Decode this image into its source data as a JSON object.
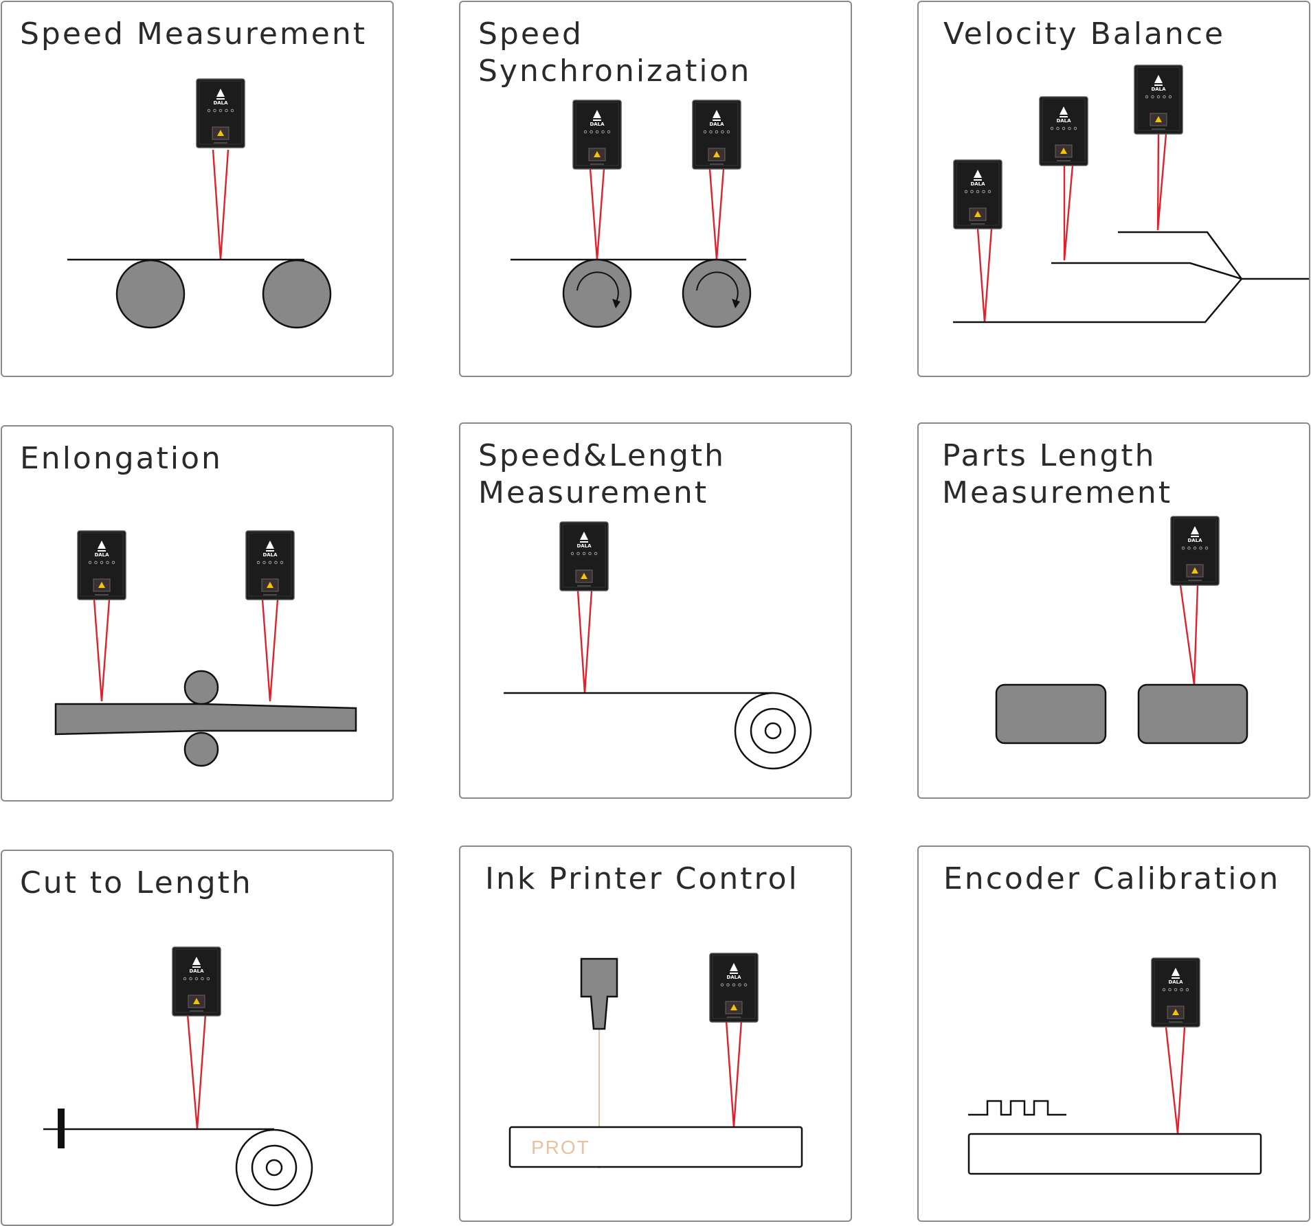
{
  "panels": [
    {
      "id": "speed-measurement",
      "title": "Speed Measurement"
    },
    {
      "id": "speed-synchronization",
      "title": "Speed Synchronization"
    },
    {
      "id": "velocity-balance",
      "title": "Velocity Balance"
    },
    {
      "id": "enlongation",
      "title": "Enlongation"
    },
    {
      "id": "speed-length-measurement",
      "title": "Speed&Length\nMeasurement"
    },
    {
      "id": "parts-length-measurement",
      "title": "Parts Length\nMeasurement"
    },
    {
      "id": "cut-to-length",
      "title": "Cut to Length"
    },
    {
      "id": "ink-printer-control",
      "title": "Ink Printer Control"
    },
    {
      "id": "encoder-calibration",
      "title": "Encoder Calibration"
    }
  ],
  "sensor": {
    "brand": "DALA"
  },
  "printer_label": "PROT",
  "colors": {
    "laser": "#e0202a",
    "roller": "#888888",
    "sensor_body": "#1c1c1c",
    "ink": "#e5c3a0"
  }
}
